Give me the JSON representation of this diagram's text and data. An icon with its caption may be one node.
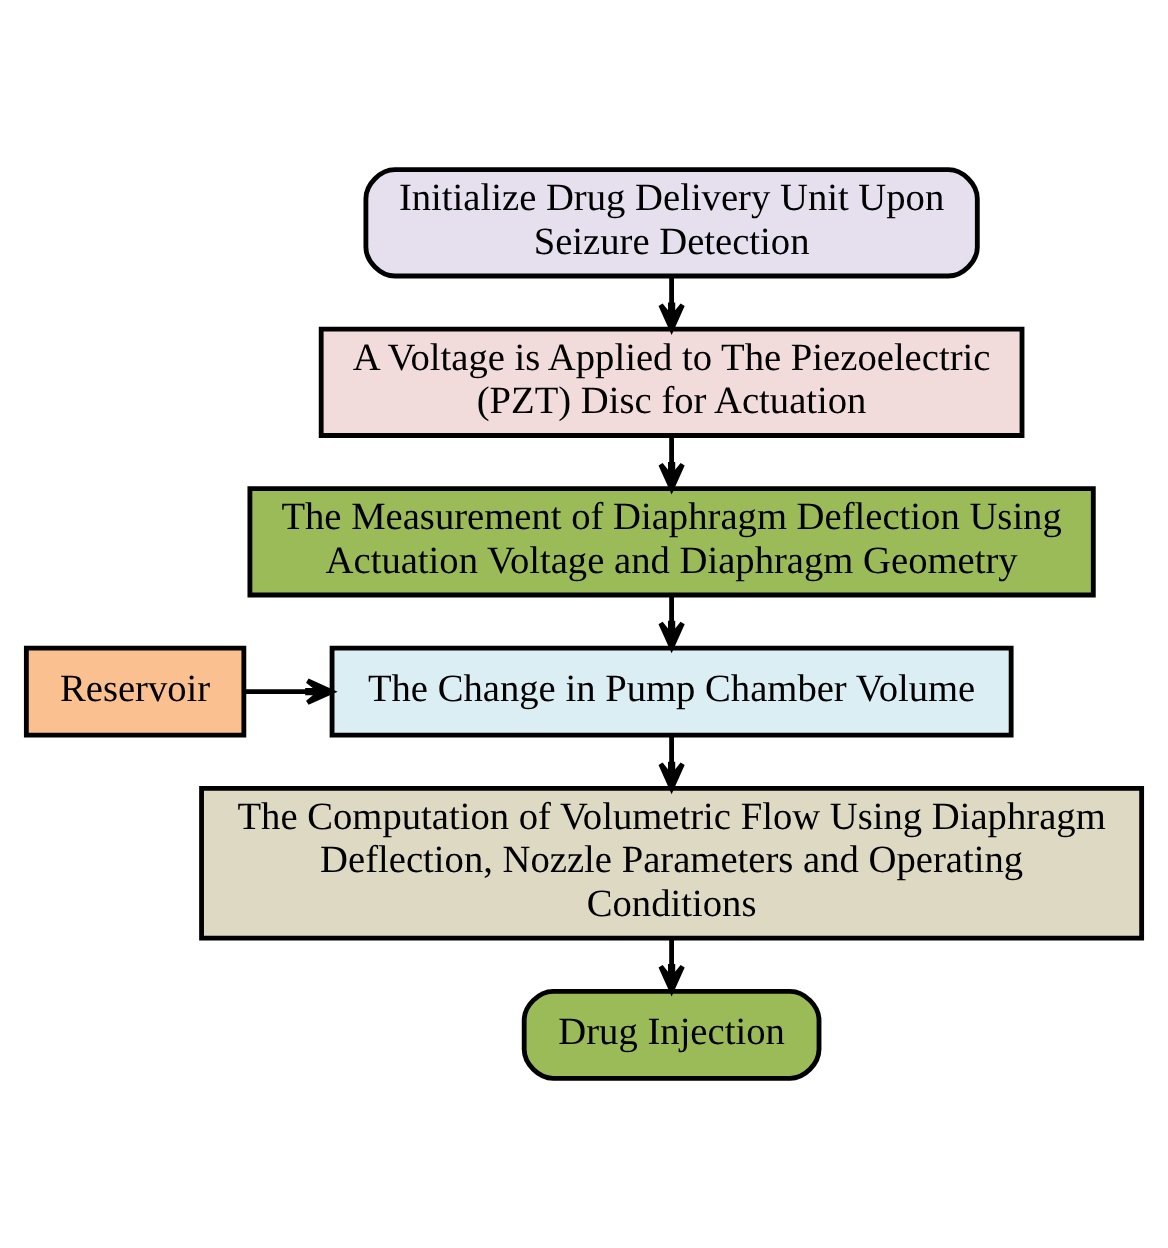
{
  "diagram": {
    "nodes": [
      {
        "text": [
          "Initialize Drug Delivery Unit Upon Seizure Detection"
        ]
      },
      {
        "text": [
          "A Voltage is Applied to The Piezoelectric (PZT) Disc for Actuation"
        ]
      },
      {
        "text": [
          "The Measurement of Diaphragm Deflection Using Actuation Voltage and Diaphragm Geometry"
        ]
      },
      {
        "text": [
          "The Change in Pump Chamber Volume"
        ]
      },
      {
        "text": [
          "Reservoir"
        ]
      },
      {
        "text": [
          "The Computation of Volumetric Flow Using Diaphragm Deflection, Nozzle Parameters and Operating Conditions"
        ]
      },
      {
        "text": [
          "Drug Injection"
        ]
      }
    ],
    "edges": [
      {
        "from": 0,
        "to": 1,
        "arrow": "to"
      },
      {
        "from": 1,
        "to": 2,
        "arrow": "to"
      },
      {
        "from": 2,
        "to": 3,
        "arrow": "to"
      },
      {
        "from": 4,
        "to": 3,
        "arrow": "to"
      },
      {
        "from": 3,
        "to": 5,
        "arrow": "to"
      },
      {
        "from": 5,
        "to": 6,
        "arrow": "to"
      }
    ]
  }
}
